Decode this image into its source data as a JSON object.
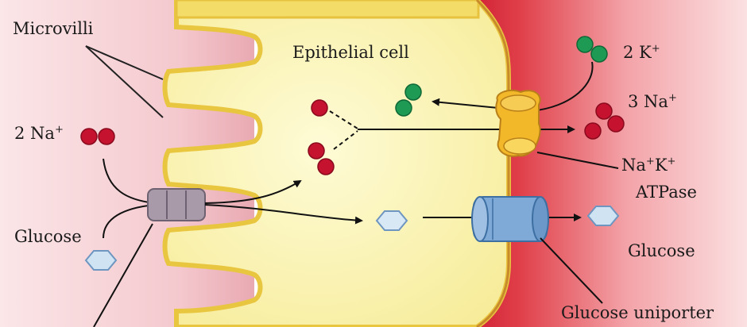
{
  "labels": {
    "microvilli": "Microvilli",
    "epithelial_cell": "Epithelial cell",
    "apical_na_count": "2 Na",
    "na_charge": "+",
    "apical_glucose": "Glucose",
    "k_out": "2 K",
    "k_charge": "+",
    "na_out": "3 Na",
    "na_out_charge": "+",
    "atpase_na": "Na",
    "atpase_na_charge": "+",
    "atpase_k": "K",
    "atpase_k_charge": "+",
    "atpase_name": "ATPase",
    "basal_glucose": "Glucose",
    "uniporter": "Glucose uniporter"
  },
  "colors": {
    "sodium": "#c4122f",
    "potassium": "#1e9a55",
    "cytoplasm": "#fbf3a8",
    "membrane": "#f1d24a",
    "apical_fluid": "#f7cfd3",
    "basal_fluid": "#d8242a",
    "glucose": "#cfe3f3",
    "uniporter": "#7fa9d6",
    "atpase": "#f3b72a",
    "symporter": "#a89aa8"
  },
  "icons": {
    "symporter": "na-glucose-symporter-icon",
    "atpase": "na-k-atpase-pump-icon",
    "uniporter": "glucose-uniporter-channel-icon"
  }
}
